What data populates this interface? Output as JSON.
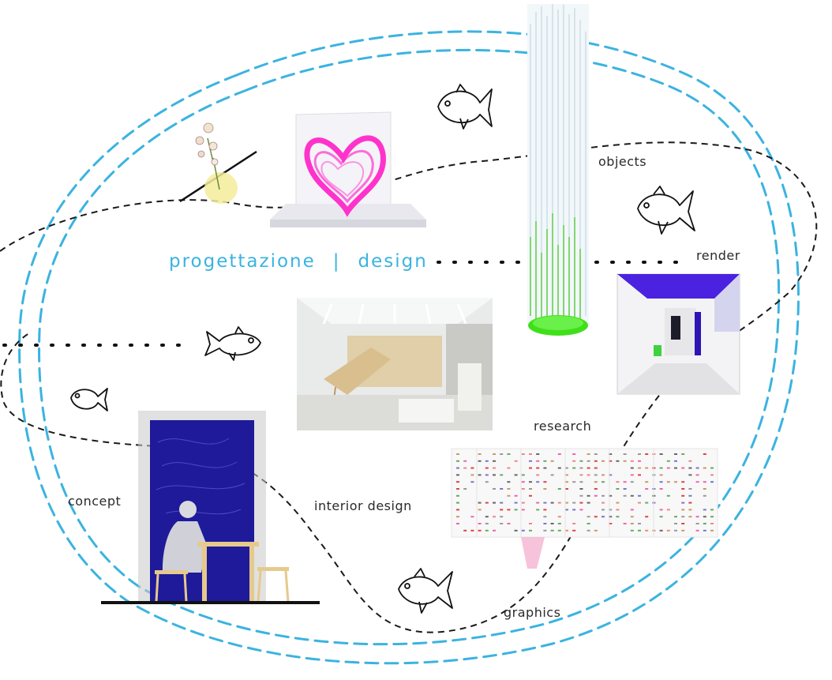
{
  "title": {
    "left": "progettazione",
    "separator": "|",
    "right": "design"
  },
  "labels": {
    "objects": "objects",
    "render": "render",
    "research": "research",
    "concept": "concept",
    "interior_design": "interior design",
    "graphics": "graphics"
  },
  "colors": {
    "accent_blue": "#3bb3e0",
    "dash_black": "#1a1a1a",
    "magenta": "#ff33cc",
    "violet": "#4b22e0",
    "deep_blue": "#1e1a9a",
    "green": "#44dd22",
    "wood": "#e6c98c"
  }
}
